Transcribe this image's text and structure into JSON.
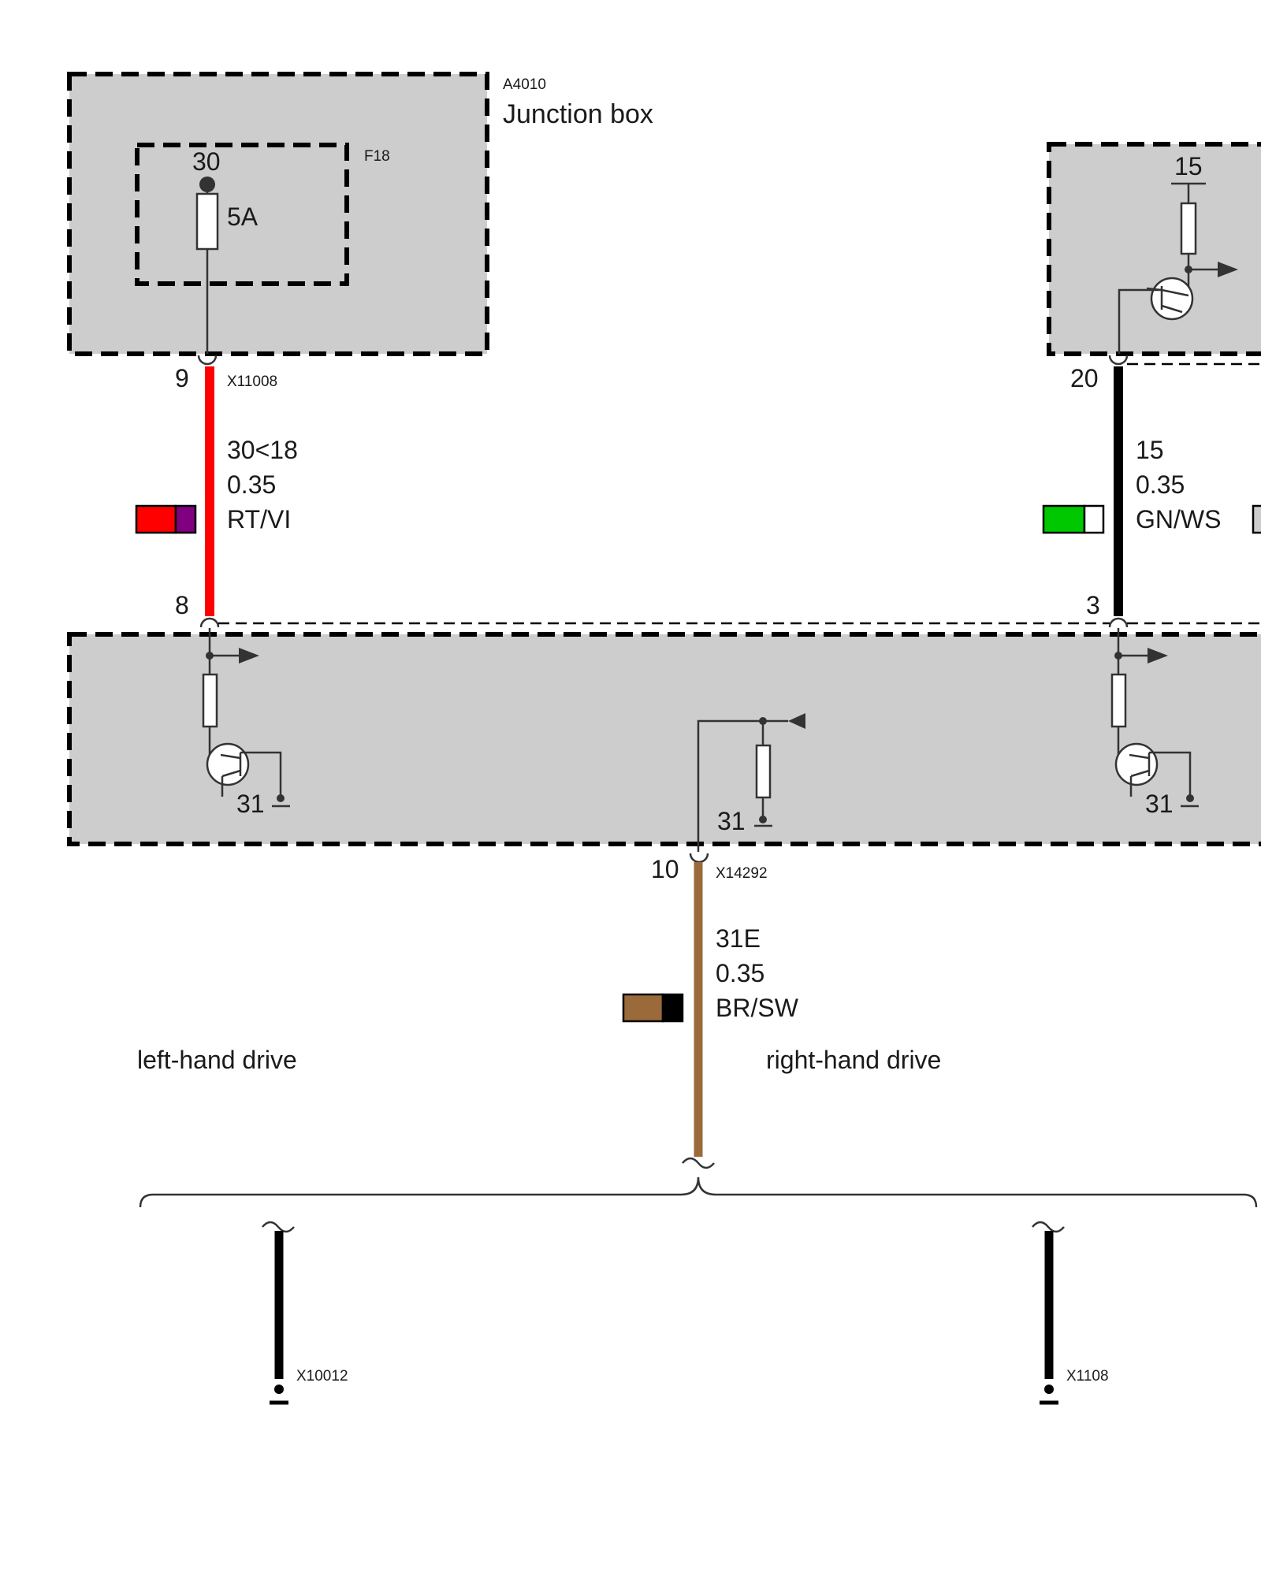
{
  "junction_box": {
    "id": "A4010",
    "name": "Junction box"
  },
  "fuse": {
    "id": "F18",
    "terminal": "30",
    "rating": "5A"
  },
  "top_right_module": {
    "terminal": "15"
  },
  "connectors": {
    "left_top": {
      "id": "X11008",
      "pin": "9"
    },
    "left_bottom": {
      "pin": "8"
    },
    "right_top": {
      "pin": "20"
    },
    "right_bottom": {
      "pin": "3"
    },
    "bottom": {
      "id": "X14292",
      "pin": "10"
    },
    "ground_left": {
      "id": "X10012"
    },
    "ground_right": {
      "id": "X1108"
    }
  },
  "wires": [
    {
      "circuit": "30<18",
      "cross_section": "0.35",
      "color_code": "RT/VI",
      "colors": [
        "#ff0000",
        "#800080"
      ],
      "line_color": "#ff0000"
    },
    {
      "circuit": "15",
      "cross_section": "0.35",
      "color_code": "GN/WS",
      "colors": [
        "#00c800",
        "#ffffff"
      ],
      "line_color": "#000000"
    },
    {
      "circuit": "31E",
      "cross_section": "0.35",
      "color_code": "BR/SW",
      "colors": [
        "#9b6a3a",
        "#000000"
      ],
      "line_color": "#9b6a3a"
    }
  ],
  "control_unit": {
    "ground_labels": [
      "31",
      "31",
      "31"
    ]
  },
  "variants": {
    "left": "left-hand drive",
    "right": "right-hand drive"
  }
}
